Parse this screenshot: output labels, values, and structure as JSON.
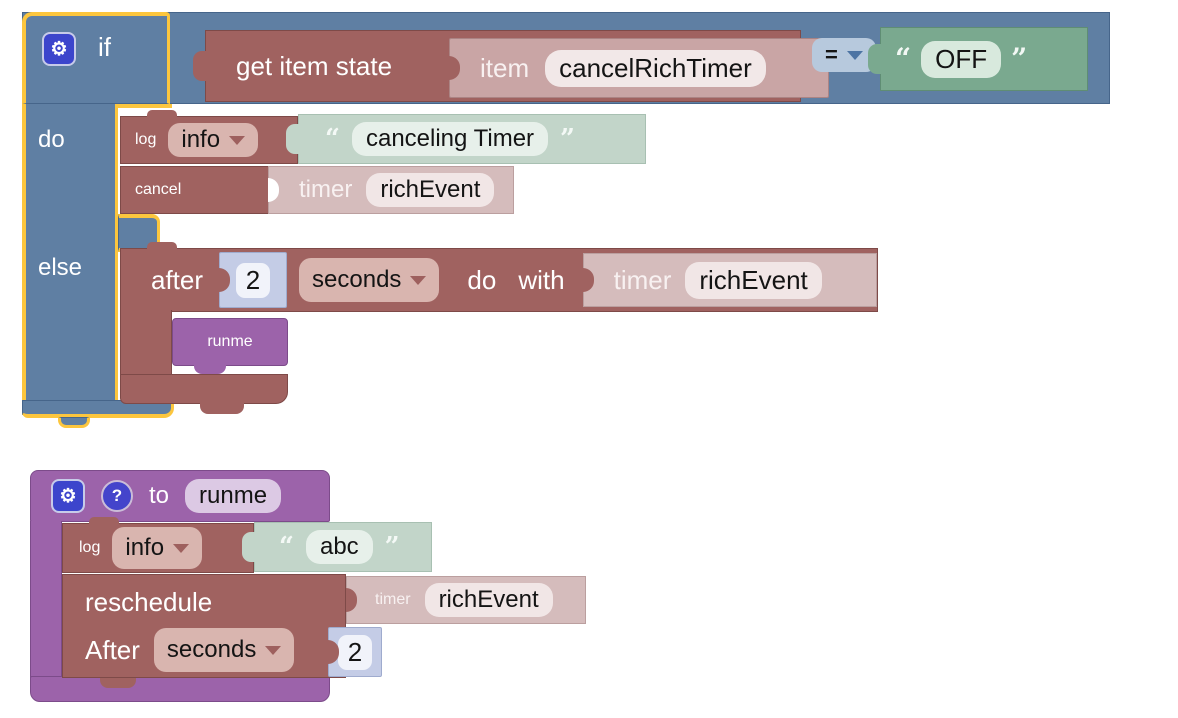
{
  "icons": {
    "gear": "⚙",
    "help": "?"
  },
  "quotes": {
    "open": "“",
    "close": "”"
  },
  "colors": {
    "if_blue": "#5f7fa3",
    "selection_yellow": "#fcc63e",
    "action_maroon": "#a06260",
    "timer_pink": "#d5bcbc",
    "item_pink": "#c9a5a5",
    "string_green_light": "#c2d5c9",
    "string_green": "#7aa98f",
    "number_lavender": "#c4cce6",
    "procedure_purple": "#9c63aa"
  },
  "if_block": {
    "keyword_if": "if",
    "keyword_do": "do",
    "keyword_else": "else",
    "condition": {
      "function_label": "get item state",
      "item_label": "item",
      "item_value": "cancelRichTimer",
      "operator": "=",
      "string_value": "OFF"
    },
    "do_section": {
      "log_label": "log",
      "log_level": "info",
      "log_message": "canceling Timer",
      "cancel_label": "cancel",
      "timer_label": "timer",
      "timer_value": "richEvent"
    },
    "else_section": {
      "after_label": "after",
      "delay": "2",
      "unit": "seconds",
      "do_label": "do",
      "with_label": "with",
      "timer_label": "timer",
      "timer_value": "richEvent",
      "call_name": "runme"
    }
  },
  "procedure_block": {
    "to_label": "to",
    "name": "runme",
    "log_label": "log",
    "log_level": "info",
    "log_message": "abc",
    "reschedule_label": "reschedule",
    "timer_label": "timer",
    "timer_value": "richEvent",
    "after_label": "After",
    "unit": "seconds",
    "delay": "2"
  }
}
